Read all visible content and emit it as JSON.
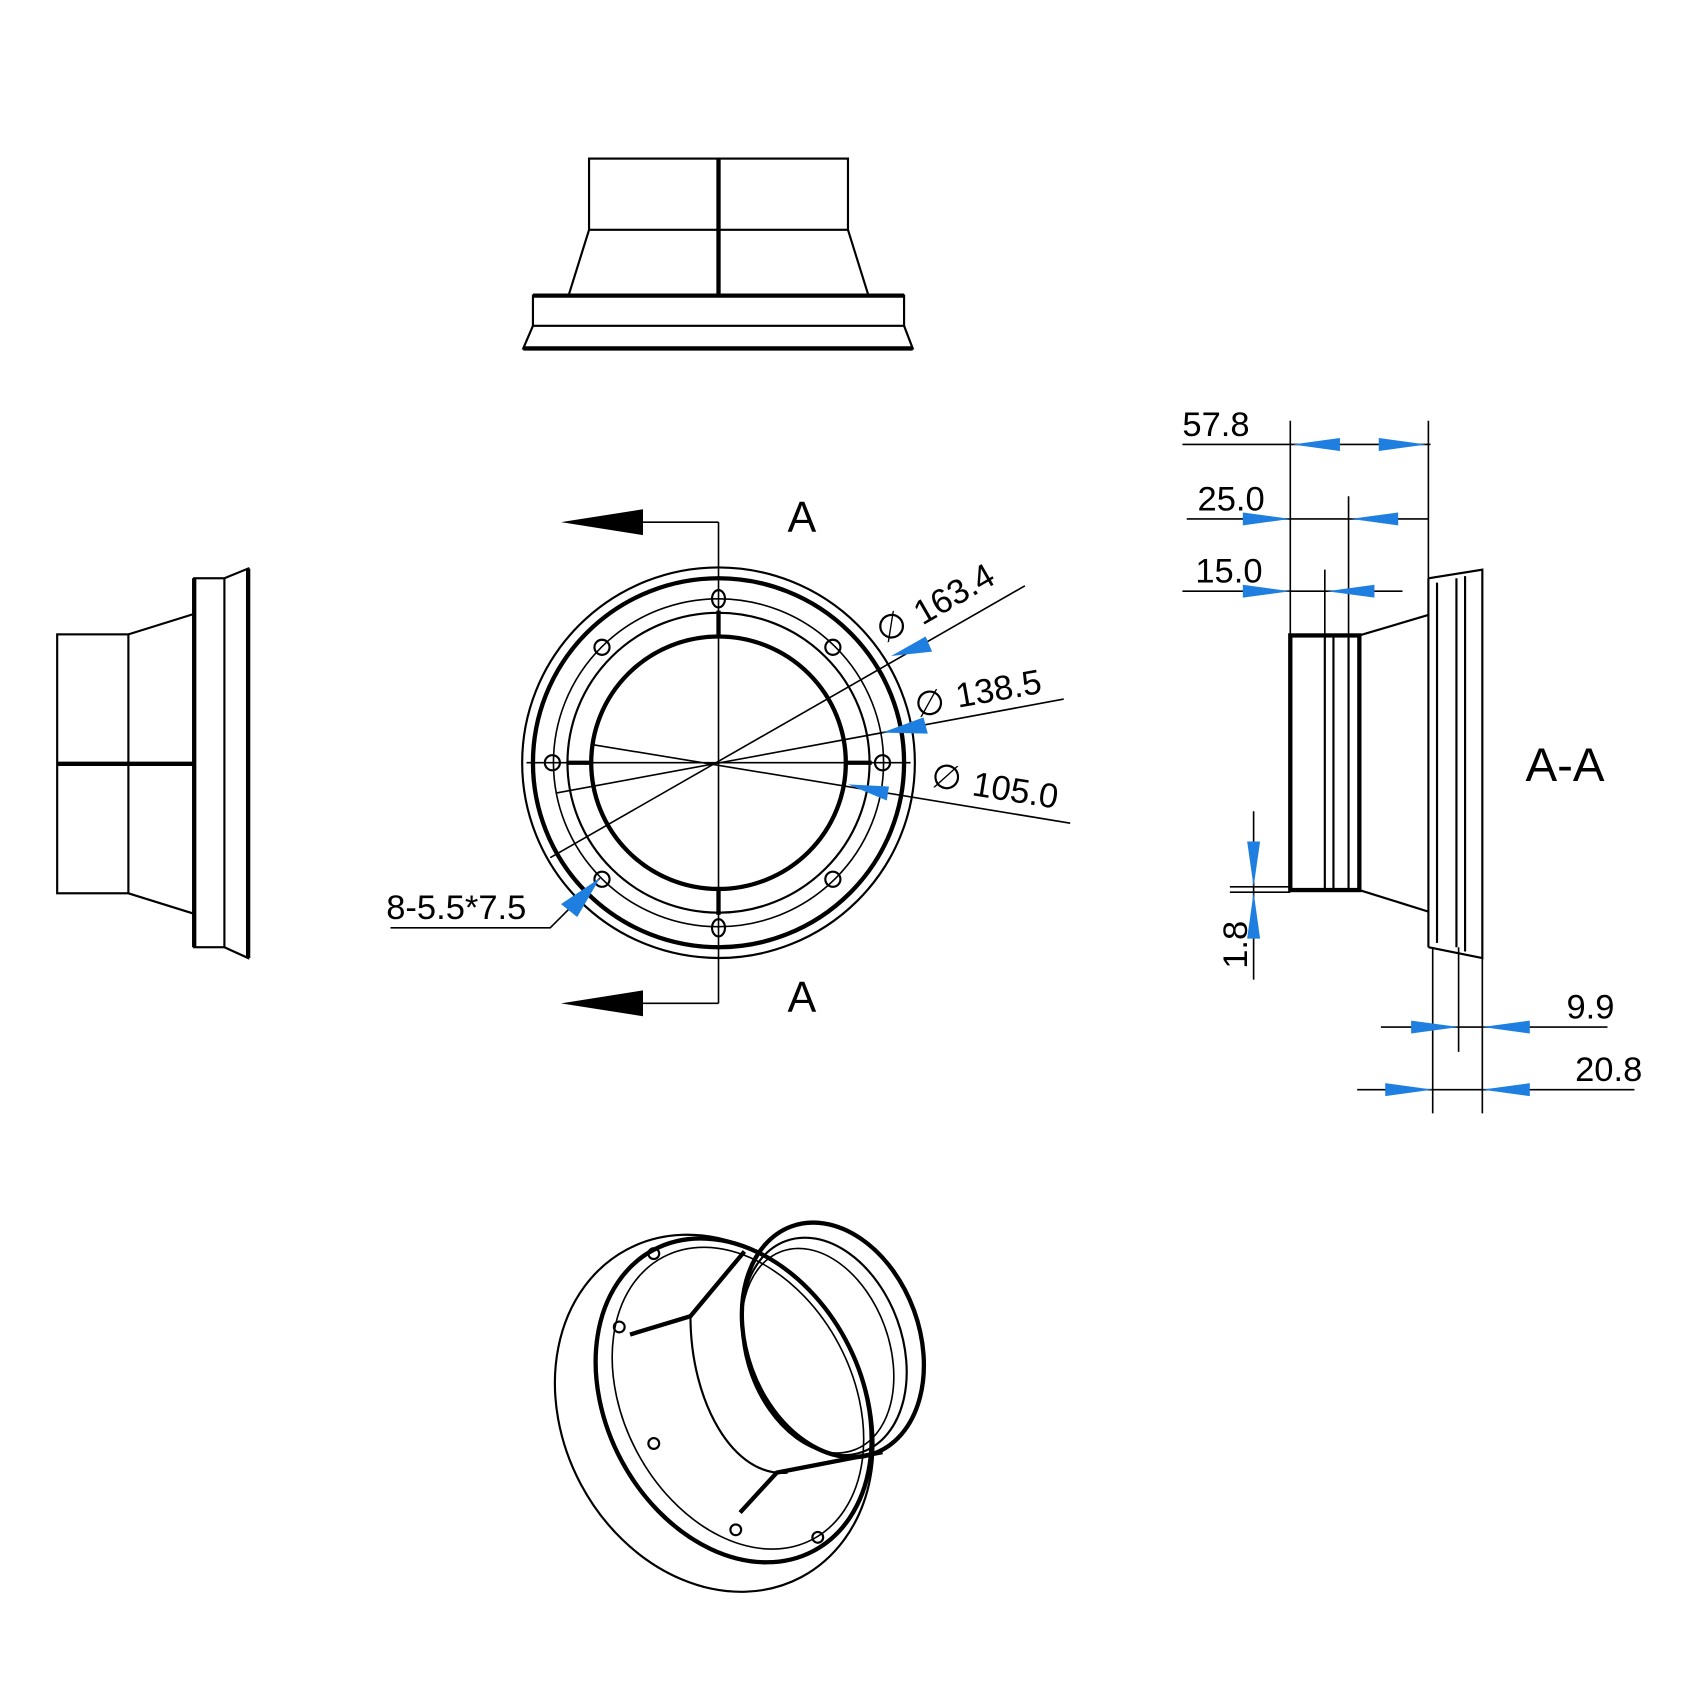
{
  "section_labels": {
    "top": "A",
    "bottom": "A",
    "section_view": "A-A"
  },
  "diameters": {
    "outer": "163.4",
    "bolt_circle": "138.5",
    "inner": "105.0",
    "symbol": "∅"
  },
  "hole_note": "8-5.5*7.5",
  "section_dims": {
    "overall_length": "57.8",
    "spigot_length": "25.0",
    "step_length": "15.0",
    "wall_thickness": "1.8",
    "flange_inner": "9.9",
    "flange_total": "20.8"
  },
  "colors": {
    "dimension_arrow": "#1e7fe0",
    "line": "#000000"
  }
}
